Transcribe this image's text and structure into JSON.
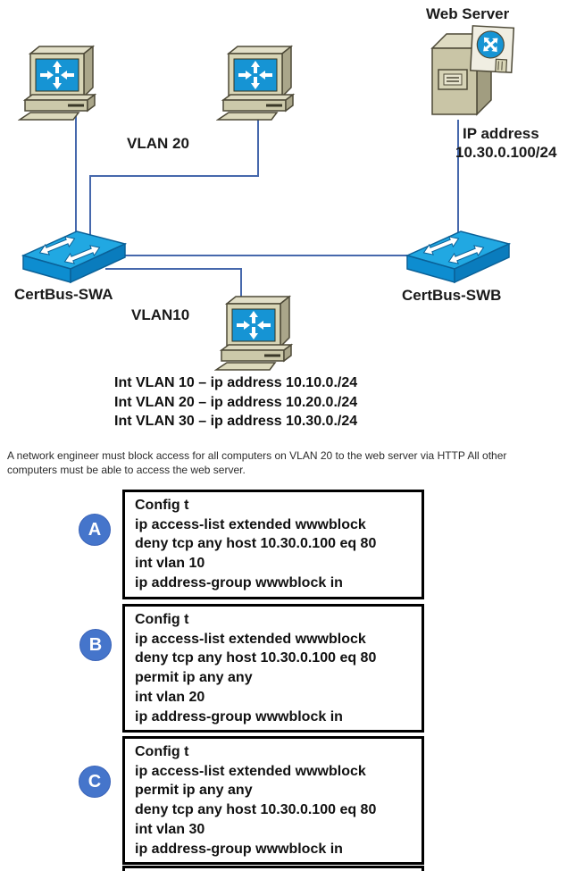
{
  "diagram": {
    "web_server_label": "Web Server",
    "ip_label_line1": "IP address",
    "ip_label_line2": "10.30.0.100/24",
    "vlan20_label": "VLAN 20",
    "vlan10_label": "VLAN10",
    "switch_a_label": "CertBus-SWA",
    "switch_b_label": "CertBus-SWB",
    "vlan_info": [
      "Int VLAN 10 – ip address 10.10.0./24",
      "Int VLAN 20 – ip address 10.20.0./24",
      "Int VLAN 30 – ip address 10.30.0./24"
    ]
  },
  "question": {
    "text": "A network engineer must block access for all computers on VLAN 20 to the web server via HTTP All other computers must be able to access the web server."
  },
  "options": [
    {
      "letter": "A",
      "config_lines": [
        "Config t",
        "ip access-list extended wwwblock",
        "deny tcp any host 10.30.0.100 eq 80",
        "int vlan 10",
        "ip address-group wwwblock in"
      ]
    },
    {
      "letter": "B",
      "config_lines": [
        "Config t",
        "ip access-list extended wwwblock",
        "deny tcp any host 10.30.0.100 eq 80",
        "permit ip any any",
        "int vlan 20",
        "ip address-group wwwblock in"
      ]
    },
    {
      "letter": "C",
      "config_lines": [
        "Config t",
        "ip access-list extended wwwblock",
        "permit ip any any",
        "deny tcp any host 10.30.0.100 eq 80",
        "int vlan 30",
        "ip address-group wwwblock in"
      ]
    }
  ],
  "colors": {
    "cable_blue": "#4668ac",
    "switch_blue": "#21a8e2",
    "screen_blue": "#1694d4",
    "device_beige": "#d8d5b6",
    "option_marker_blue": "#4575cb",
    "box_border": "#000000"
  }
}
